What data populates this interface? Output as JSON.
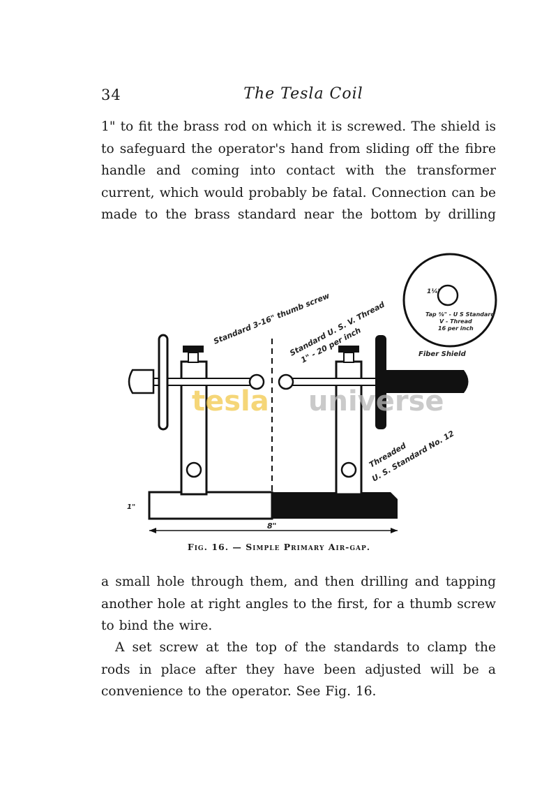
{
  "header": {
    "page_number": "34",
    "running_title": "The Tesla Coil"
  },
  "paragraphs": [
    "1\" to fit the brass rod on which it is screwed. The shield is to safeguard the operator's hand from sliding off the fibre handle and coming into contact with the transformer current, which would probably be fatal. Connection can be made to the brass standard near the bottom by drilling",
    "a small hole through them, and then drilling and tapping another hole at right angles to the first, for a thumb screw to bind the wire.",
    "A set screw at the top of the standards to clamp the rods in place after they have been adjusted will be a convenience to the operator. See Fig. 16."
  ],
  "figure": {
    "caption": "Fig. 16. — Simple Primary Air-gap.",
    "labels": {
      "thumb_screw": "Standard 3-16\" thumb screw",
      "thread_line1": "Standard U. S. V. Thread",
      "thread_line2": "1\" - 20 per inch",
      "threaded": "Threaded",
      "standard_no12": "U. S. Standard No. 12",
      "fiber_shield": "Fiber Shield",
      "shield_dim": "1¼\"",
      "tap_line1": "Tap ⅜\" - U S Standard",
      "tap_line2": "V - Thread",
      "tap_line3": "16 per inch",
      "length": "8\"",
      "height": "1\""
    }
  },
  "watermark": {
    "text_left": "tesla",
    "text_right": "universe",
    "color_left": "#f2c94c",
    "color_right": "#b9b9b9"
  }
}
